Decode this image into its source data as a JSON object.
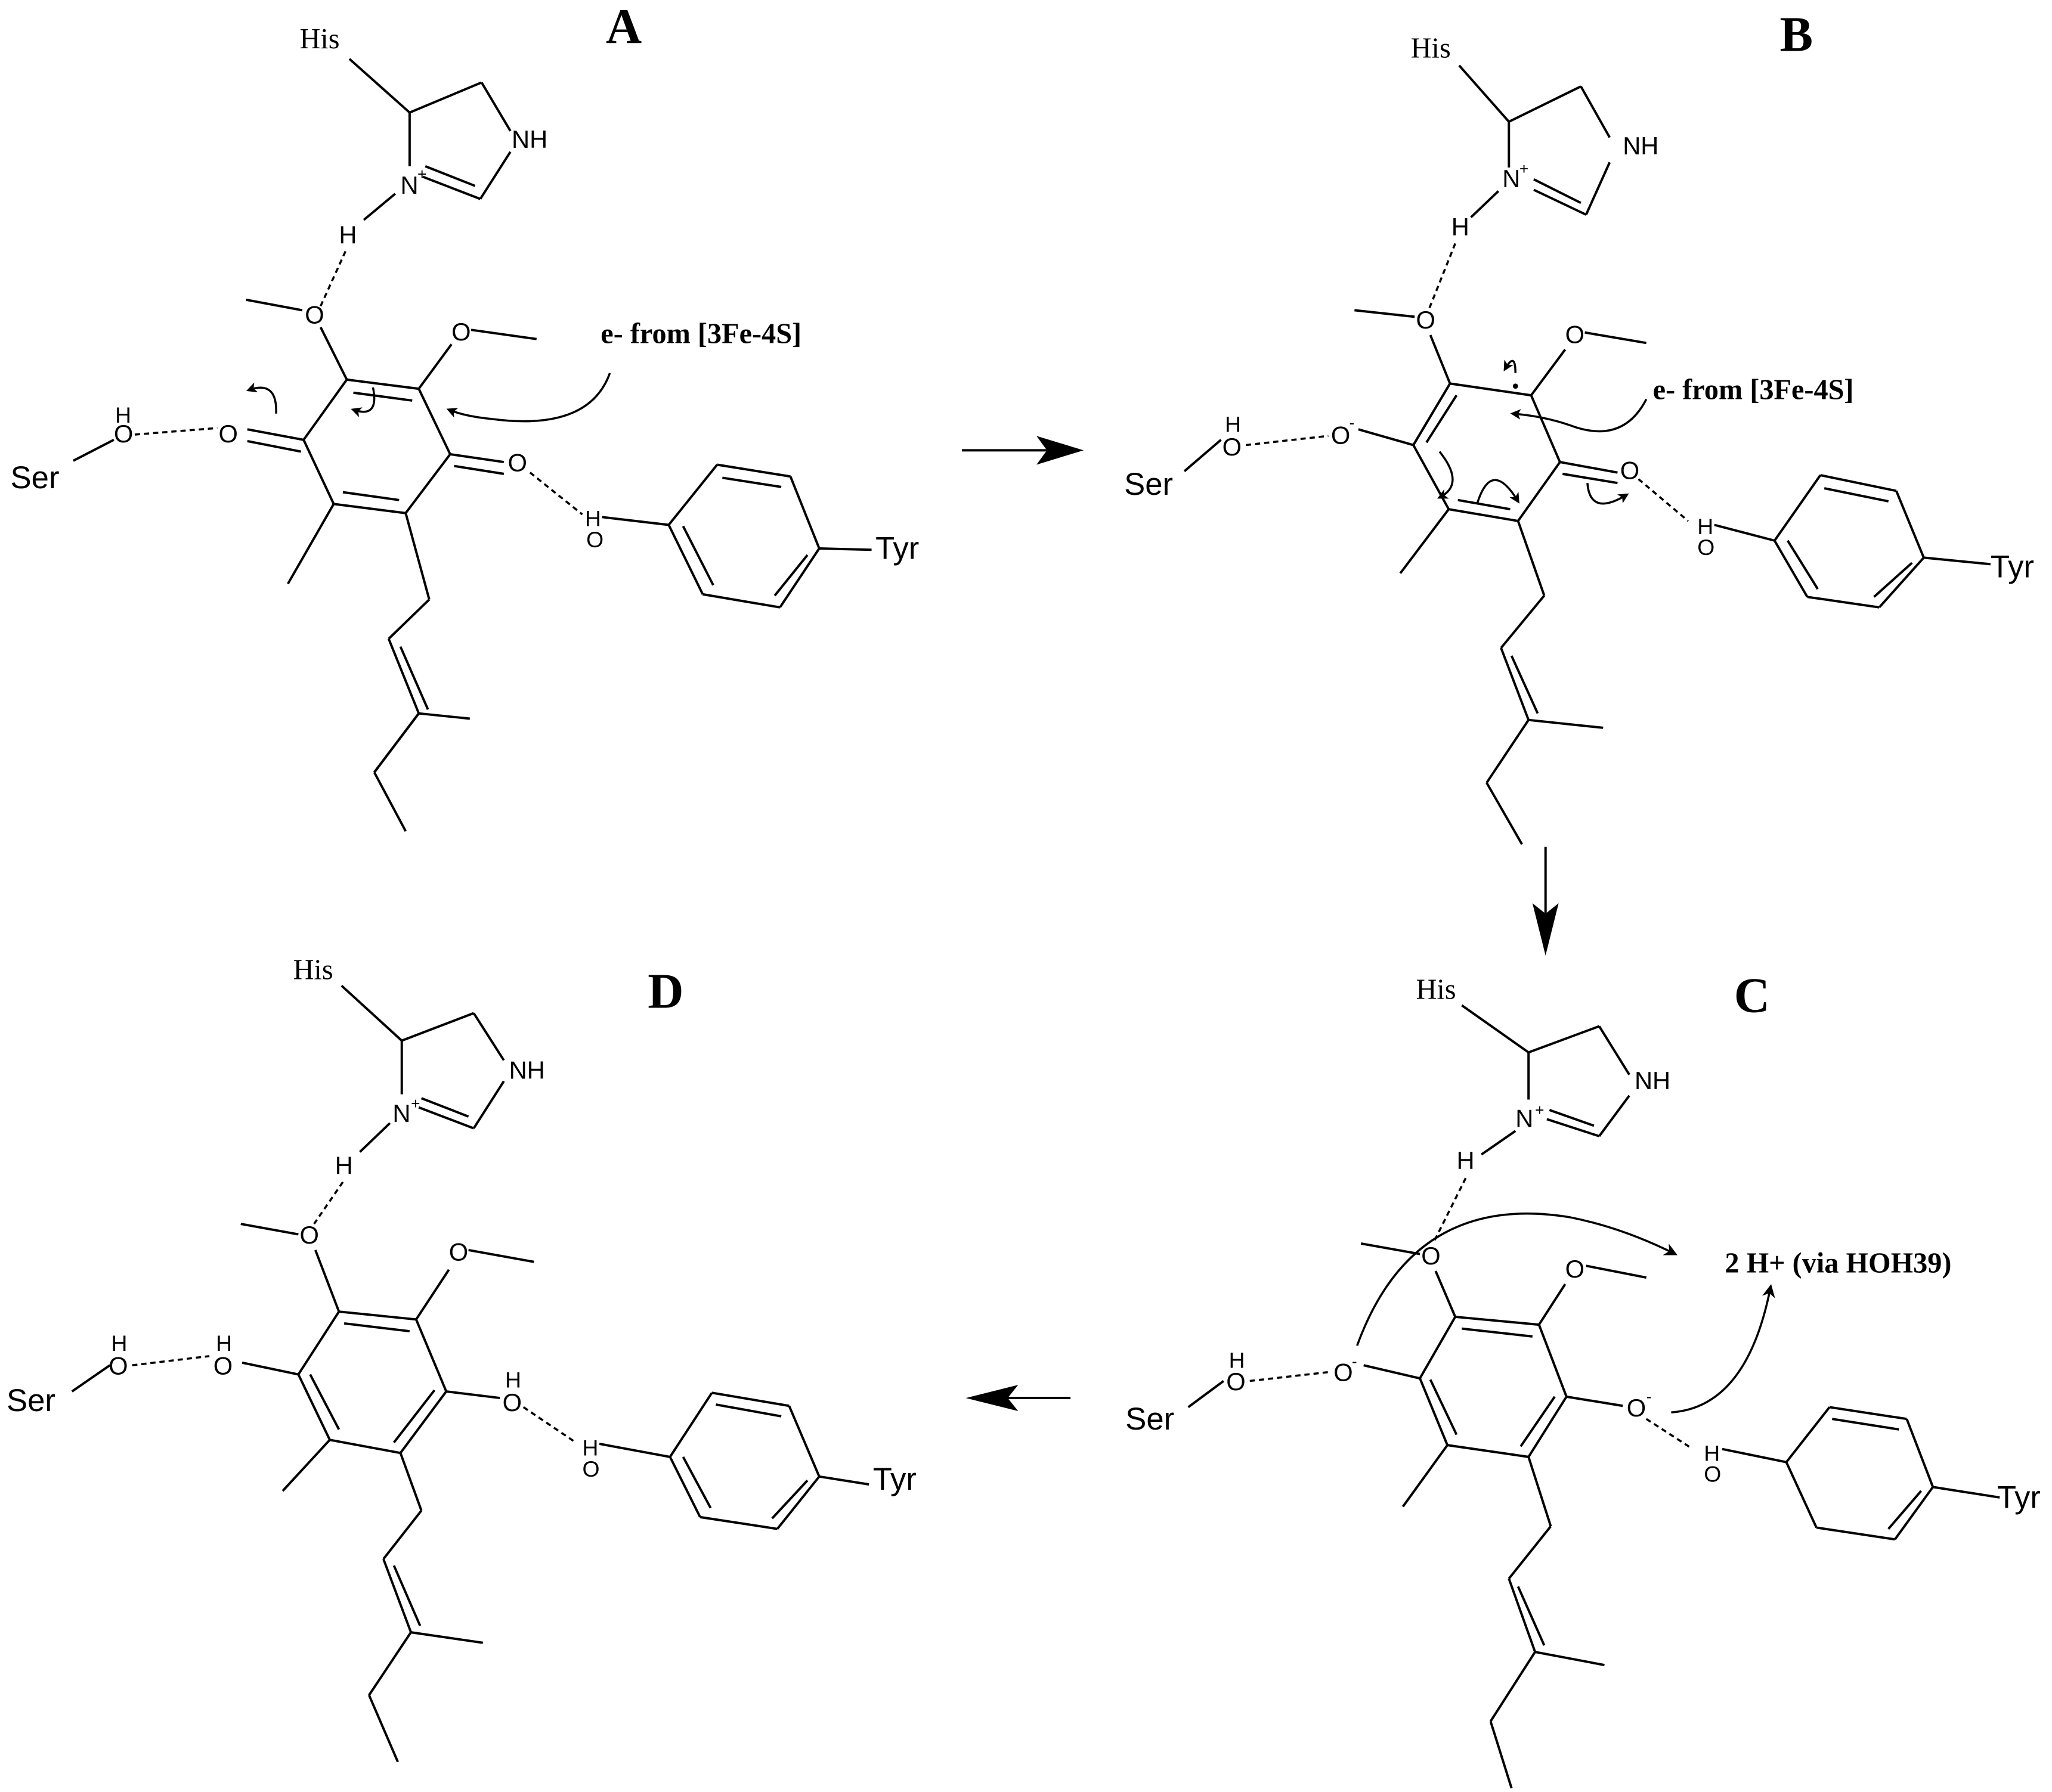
{
  "figure": {
    "type": "reaction-mechanism",
    "description": "Quinone reduction mechanism in enzyme active site with His, Ser and Tyr residues",
    "colors": {
      "ink": "#000000",
      "background": "#ffffff"
    },
    "flow": [
      "A",
      "B",
      "C",
      "D"
    ],
    "panels": [
      {
        "id": "A",
        "label": "A",
        "residues": {
          "his": "His",
          "ser": "Ser",
          "tyr": "Tyr"
        },
        "atoms": {
          "nh": "NH",
          "nplus": "N",
          "plus": "+",
          "h": "H",
          "o": "O"
        },
        "annotation": "e- from [3Fe-4S]",
        "state": "quinone"
      },
      {
        "id": "B",
        "label": "B",
        "residues": {
          "his": "His",
          "ser": "Ser",
          "tyr": "Tyr"
        },
        "atoms": {
          "nh": "NH",
          "nplus": "N",
          "plus": "+",
          "h": "H",
          "o": "O",
          "minus": "-"
        },
        "annotation": "e- from [3Fe-4S]",
        "state": "semiquinone radical"
      },
      {
        "id": "C",
        "label": "C",
        "residues": {
          "his": "His",
          "ser": "Ser",
          "tyr": "Tyr"
        },
        "atoms": {
          "nh": "NH",
          "nplus": "N",
          "plus": "+",
          "h": "H",
          "o": "O",
          "minus": "-"
        },
        "annotation": "2 H+ (via HOH39)",
        "state": "hydroquinone dianion"
      },
      {
        "id": "D",
        "label": "D",
        "residues": {
          "his": "His",
          "ser": "Ser",
          "tyr": "Tyr"
        },
        "atoms": {
          "nh": "NH",
          "nplus": "N",
          "plus": "+",
          "h": "H",
          "o": "O"
        },
        "state": "hydroquinone"
      }
    ],
    "transitions": [
      {
        "from": "A",
        "to": "B",
        "direction": "right"
      },
      {
        "from": "B",
        "to": "C",
        "direction": "down"
      },
      {
        "from": "C",
        "to": "D",
        "direction": "left"
      }
    ]
  }
}
